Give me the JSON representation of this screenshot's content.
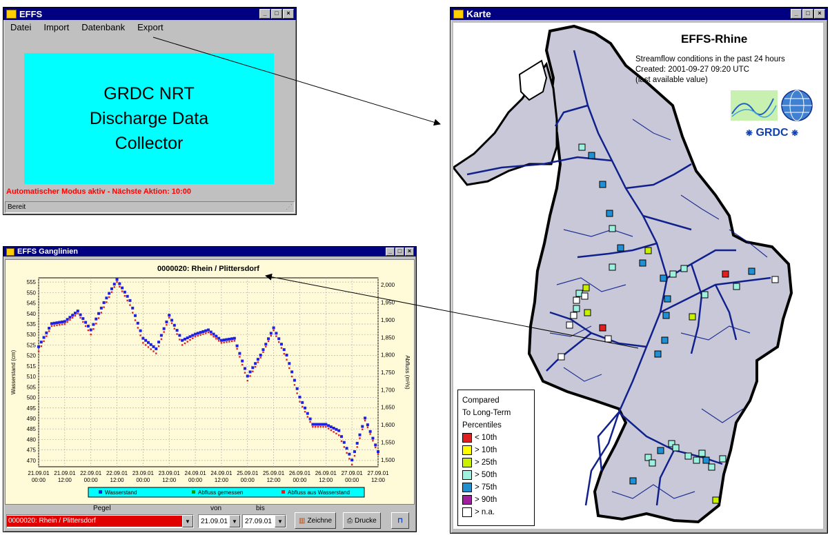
{
  "effs": {
    "title": "EFFS",
    "menu": [
      "Datei",
      "Import",
      "Datenbank",
      "Export"
    ],
    "banner": [
      "GRDC NRT",
      "Discharge Data",
      "Collector"
    ],
    "status_red": "Automatischer Modus aktiv - Nächste Aktion: 10:00",
    "statusbar": "Bereit"
  },
  "karte": {
    "title": "Karte",
    "heading": "EFFS-Rhine",
    "info": [
      "Streamflow conditions in the past 24 hours",
      "Created: 2001-09-27 09:20 UTC",
      "(last available value)"
    ],
    "logo_text": "GRDC",
    "legend_title": [
      "Compared",
      "To Long-Term",
      "Percentiles"
    ],
    "legend": [
      {
        "label": "< 10th",
        "color": "#e02020"
      },
      {
        "label": "> 10th",
        "color": "#ffff00"
      },
      {
        "label": "> 25th",
        "color": "#c8f000"
      },
      {
        "label": "> 50th",
        "color": "#a0f0e0"
      },
      {
        "label": "> 75th",
        "color": "#2090d0"
      },
      {
        "label": "> 90th",
        "color": "#a020a0"
      },
      {
        "label": "> n.a.",
        "color": "#ffffff"
      }
    ],
    "colors": {
      "land": "#c8c8d8",
      "river": "#10208c",
      "sea": "#ffffff"
    }
  },
  "gang": {
    "title": "EFFS Ganglinien",
    "chart_data": {
      "type": "scatter",
      "title": "0000020: Rhein / Plittersdorf",
      "ylabel": "Wasserstand (cm)",
      "y2label": "Abfluss (m³/s)",
      "ylim": [
        467,
        557
      ],
      "y2lim": [
        1480,
        2020
      ],
      "yticks": [
        470,
        475,
        480,
        485,
        490,
        495,
        500,
        505,
        510,
        515,
        520,
        525,
        530,
        535,
        540,
        545,
        550,
        555
      ],
      "y2ticks": [
        "1,500",
        "1,550",
        "1,600",
        "1,650",
        "1,700",
        "1,750",
        "1,800",
        "1,850",
        "1,900",
        "1,950",
        "2,000"
      ],
      "y2tickvals": [
        1500,
        1550,
        1600,
        1650,
        1700,
        1750,
        1800,
        1850,
        1900,
        1950,
        2000
      ],
      "xticks": [
        [
          "21.09.01",
          "00:00"
        ],
        [
          "21.09.01",
          "12:00"
        ],
        [
          "22.09.01",
          "00:00"
        ],
        [
          "22.09.01",
          "12:00"
        ],
        [
          "23.09.01",
          "00:00"
        ],
        [
          "23.09.01",
          "12:00"
        ],
        [
          "24.09.01",
          "00:00"
        ],
        [
          "24.09.01",
          "12:00"
        ],
        [
          "25.09.01",
          "00:00"
        ],
        [
          "25.09.01",
          "12:00"
        ],
        [
          "26.09.01",
          "00:00"
        ],
        [
          "26.09.01",
          "12:00"
        ],
        [
          "27.09.01",
          "00:00"
        ],
        [
          "27.09.01",
          "12:00"
        ]
      ],
      "series": [
        {
          "name": "Wasserstand",
          "color": "#2020e0",
          "x": [
            0,
            0.5,
            1,
            1.5,
            2,
            2.5,
            3,
            3.5,
            4,
            4.5,
            5,
            5.5,
            6,
            6.5,
            7,
            7.5,
            8,
            8.5,
            9,
            9.5,
            10,
            10.5,
            11,
            11.5,
            12,
            12.5,
            13
          ],
          "y": [
            524,
            535,
            536,
            541,
            532,
            545,
            556,
            546,
            528,
            523,
            539,
            527,
            530,
            532,
            527,
            528,
            510,
            520,
            533,
            520,
            500,
            487,
            487,
            484,
            470,
            490,
            474
          ]
        },
        {
          "name": "Abfluss gemessen",
          "color": "#00a000",
          "x": [],
          "y": []
        },
        {
          "name": "Abfluss aus Wasserstand",
          "color": "#e02020",
          "x": [
            0,
            0.5,
            1,
            1.5,
            2,
            2.5,
            3,
            3.5,
            4,
            4.5,
            5,
            5.5,
            6,
            6.5,
            7,
            7.5,
            8,
            8.5,
            9,
            9.5,
            10,
            10.5,
            11,
            11.5,
            12,
            12.5,
            13
          ],
          "y": [
            522,
            534,
            535,
            540,
            530,
            543,
            555,
            544,
            526,
            521,
            538,
            525,
            529,
            531,
            526,
            527,
            508,
            519,
            532,
            518,
            498,
            486,
            486,
            482,
            468,
            489,
            473
          ]
        }
      ]
    },
    "controls": {
      "pegel_label": "Pegel",
      "pegel_value": "0000020: Rhein / Plittersdorf",
      "von_label": "von",
      "von_value": "21.09.01",
      "bis_label": "bis",
      "bis_value": "27.09.01",
      "zeichne": "Zeichne",
      "drucke": "Drucke"
    }
  }
}
